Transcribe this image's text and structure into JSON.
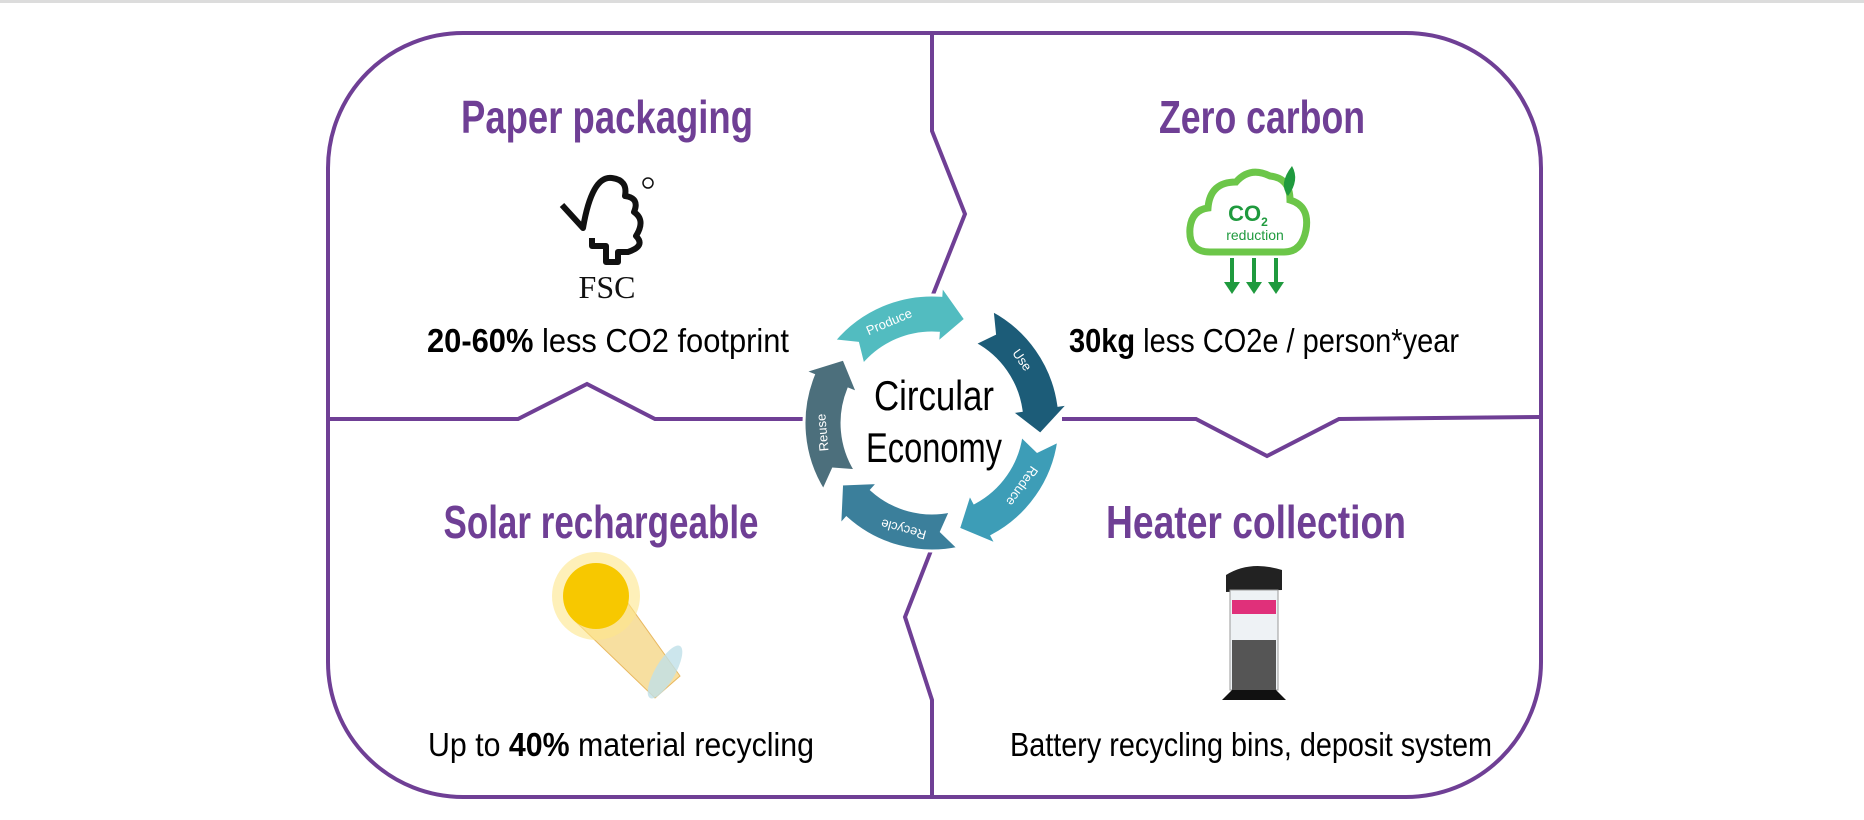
{
  "colors": {
    "outline": "#6f3f95",
    "title": "#6f3f95",
    "green": "#5cc13b",
    "dark_green": "#1f9a3e"
  },
  "quadrants": [
    {
      "title": "Paper packaging",
      "bold": "20-60%",
      "prefix": "",
      "rest": " less CO2 footprint",
      "icon": "fsc-logo-icon",
      "logo_text": "FSC"
    },
    {
      "title": "Zero carbon",
      "bold": "30kg",
      "prefix": "",
      "rest": " less CO2e / person*year",
      "icon": "co2-reduction-cloud-icon",
      "logo_text_1": "CO",
      "logo_sub": "2",
      "logo_text_2": "reduction"
    },
    {
      "title": "Solar rechargeable",
      "bold": "40%",
      "prefix": "Up to ",
      "rest": " material recycling",
      "icon": "sun-solar-icon"
    },
    {
      "title": "Heater collection",
      "bold": "",
      "prefix": "",
      "rest": "Battery recycling bins, deposit system",
      "icon": "battery-bin-icon"
    }
  ],
  "cycle": {
    "center_line1": "Circular",
    "center_line2": "Economy",
    "segments": [
      {
        "label": "Produce",
        "color": "#52bcc0"
      },
      {
        "label": "Use",
        "color": "#1c5c78"
      },
      {
        "label": "Reduce",
        "color": "#3d9db7"
      },
      {
        "label": "Recycle",
        "color": "#3b7f9b"
      },
      {
        "label": "Reuse",
        "color": "#4c6f7c"
      }
    ]
  }
}
